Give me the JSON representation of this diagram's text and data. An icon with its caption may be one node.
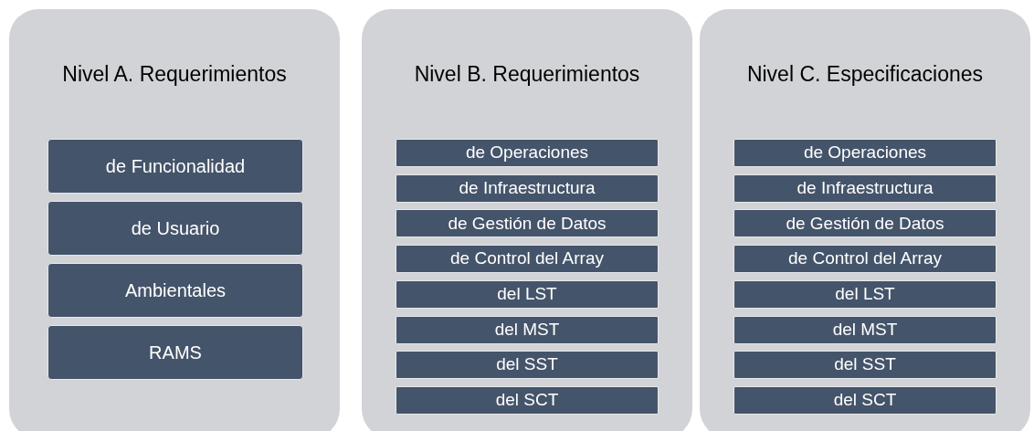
{
  "diagram": {
    "nodes": [
      {
        "text": [
          "Nivel A. Requerimientos"
        ]
      },
      {
        "text": [
          "de Funcionalidad"
        ],
        "in": 0
      },
      {
        "text": [
          "de Usuario"
        ],
        "in": 0
      },
      {
        "text": [
          "Ambientales"
        ],
        "in": 0
      },
      {
        "text": [
          "RAMS"
        ],
        "in": 0
      },
      {
        "text": [
          "Nivel B. Requerimientos"
        ]
      },
      {
        "text": [
          "de Operaciones"
        ],
        "in": 5
      },
      {
        "text": [
          "de Infraestructura"
        ],
        "in": 5
      },
      {
        "text": [
          "de Gestión de Datos"
        ],
        "in": 5
      },
      {
        "text": [
          "de Control del Array"
        ],
        "in": 5
      },
      {
        "text": [
          "del LST"
        ],
        "in": 5
      },
      {
        "text": [
          "del MST"
        ],
        "in": 5
      },
      {
        "text": [
          "del SST"
        ],
        "in": 5
      },
      {
        "text": [
          "del SCT"
        ],
        "in": 5
      },
      {
        "text": [
          "Nivel C. Especificaciones"
        ]
      },
      {
        "text": [
          "de Operaciones"
        ],
        "in": 14
      },
      {
        "text": [
          "de Infraestructura"
        ],
        "in": 14
      },
      {
        "text": [
          "de Gestión de Datos"
        ],
        "in": 14
      },
      {
        "text": [
          "de Control del Array"
        ],
        "in": 14
      },
      {
        "text": [
          "del LST"
        ],
        "in": 14
      },
      {
        "text": [
          "del MST"
        ],
        "in": 14
      },
      {
        "text": [
          "del SST"
        ],
        "in": 14
      },
      {
        "text": [
          "del SCT"
        ],
        "in": 14
      }
    ]
  }
}
